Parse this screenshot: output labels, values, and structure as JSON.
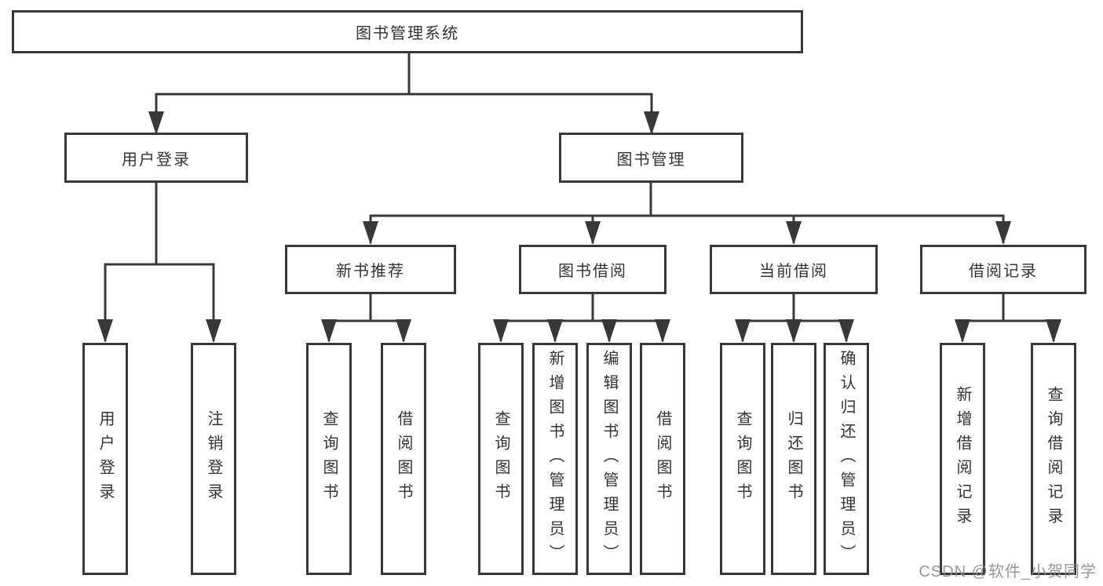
{
  "diagram_title": "图书管理系统",
  "tree": {
    "label": "图书管理系统",
    "children": [
      {
        "label": "用户登录",
        "children": [
          {
            "label": "用户登录"
          },
          {
            "label": "注销登录"
          }
        ]
      },
      {
        "label": "图书管理",
        "children": [
          {
            "label": "新书推荐",
            "children": [
              {
                "label": "查询图书"
              },
              {
                "label": "借阅图书"
              }
            ]
          },
          {
            "label": "图书借阅",
            "children": [
              {
                "label": "查询图书"
              },
              {
                "label": "新增图书（管理员）"
              },
              {
                "label": "编辑图书（管理员）"
              },
              {
                "label": "借阅图书"
              }
            ]
          },
          {
            "label": "当前借阅",
            "children": [
              {
                "label": "查询图书"
              },
              {
                "label": "归还图书"
              },
              {
                "label": "确认归还（管理员）"
              }
            ]
          },
          {
            "label": "借阅记录",
            "children": [
              {
                "label": "新增借阅记录"
              },
              {
                "label": "查询借阅记录"
              }
            ]
          }
        ]
      }
    ]
  },
  "watermark": "CSDN @软件_小贺同学",
  "colors": {
    "line": "#383838",
    "box_border": "#383838",
    "text": "#333333",
    "background": "#ffffff",
    "watermark": "#8c8c8c"
  }
}
